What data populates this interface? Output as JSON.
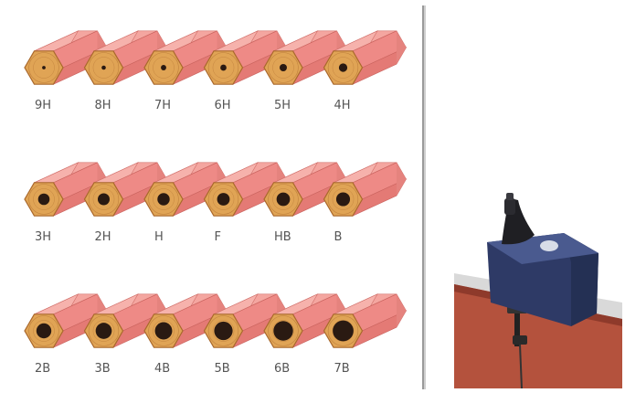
{
  "chart": {
    "rows": [
      {
        "grades": [
          "9H",
          "8H",
          "7H",
          "6H",
          "5H",
          "4H"
        ],
        "lead": [
          0.09,
          0.11,
          0.14,
          0.16,
          0.19,
          0.22
        ]
      },
      {
        "grades": [
          "3H",
          "2H",
          "H",
          "F",
          "HB",
          "B"
        ],
        "lead": [
          0.3,
          0.31,
          0.32,
          0.33,
          0.35,
          0.36
        ]
      },
      {
        "grades": [
          "2B",
          "3B",
          "4B",
          "5B",
          "6B",
          "7B"
        ],
        "lead": [
          0.39,
          0.42,
          0.45,
          0.48,
          0.51,
          0.54
        ]
      }
    ]
  },
  "photo": {
    "subject": "pencil-sharpener-clamped-to-table",
    "colors": {
      "body": "#2e3a66",
      "table_top": "#d8d8d8",
      "table_edge": "#b5533f",
      "background": "#ffffff"
    }
  },
  "colors": {
    "pencil_side": "#ee8a86",
    "pencil_top": "#f4a6a0",
    "wood": "#e0a455",
    "wood_ring": "#a9682c",
    "lead": "#2a1a12",
    "label": "#555555"
  }
}
